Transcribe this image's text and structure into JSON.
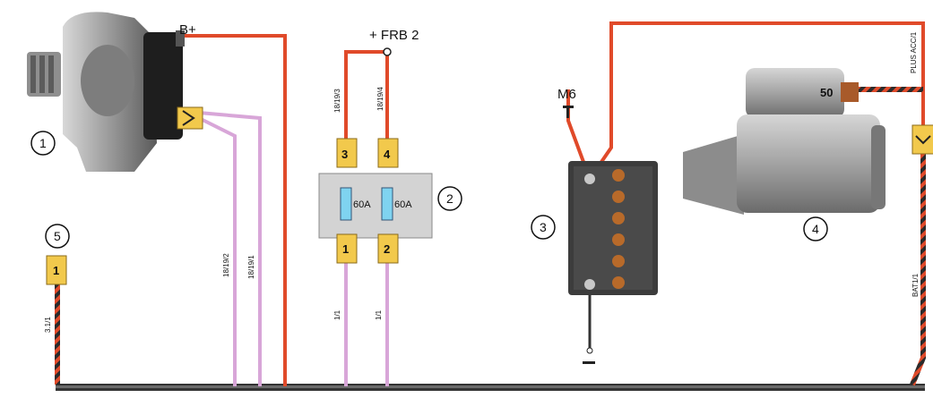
{
  "labels": {
    "b_plus": "B+",
    "frb2": "+ FRB 2",
    "m6": "M6",
    "plus_acc": "PLUS ACC/1",
    "bat": "BAT1/1",
    "terminal_50": "50"
  },
  "wires": {
    "w_18_19_2": "18/19/2",
    "w_18_19_1": "18/19/1",
    "w_18_19_3": "18/19/3",
    "w_18_19_4": "18/19/4",
    "w_1_1_a": "1/1",
    "w_1_1_b": "1/1",
    "w_3_1_1": "3.1/1"
  },
  "components": {
    "c1": "1",
    "c2": "2",
    "c3": "3",
    "c4": "4",
    "c5": "5"
  },
  "fuse_box": {
    "pin_3": "3",
    "pin_4": "4",
    "pin_1": "1",
    "pin_2": "2",
    "fuse_a": "60A",
    "fuse_b": "60A"
  },
  "connector_5_pin": "1",
  "colors": {
    "red_wire": "#e04a2a",
    "violet_wire": "#d8a6d8",
    "ground_wire": "#2b2b2b",
    "yellow_pin": "#f2c94c",
    "fuse_blue": "#7fd3f0"
  }
}
